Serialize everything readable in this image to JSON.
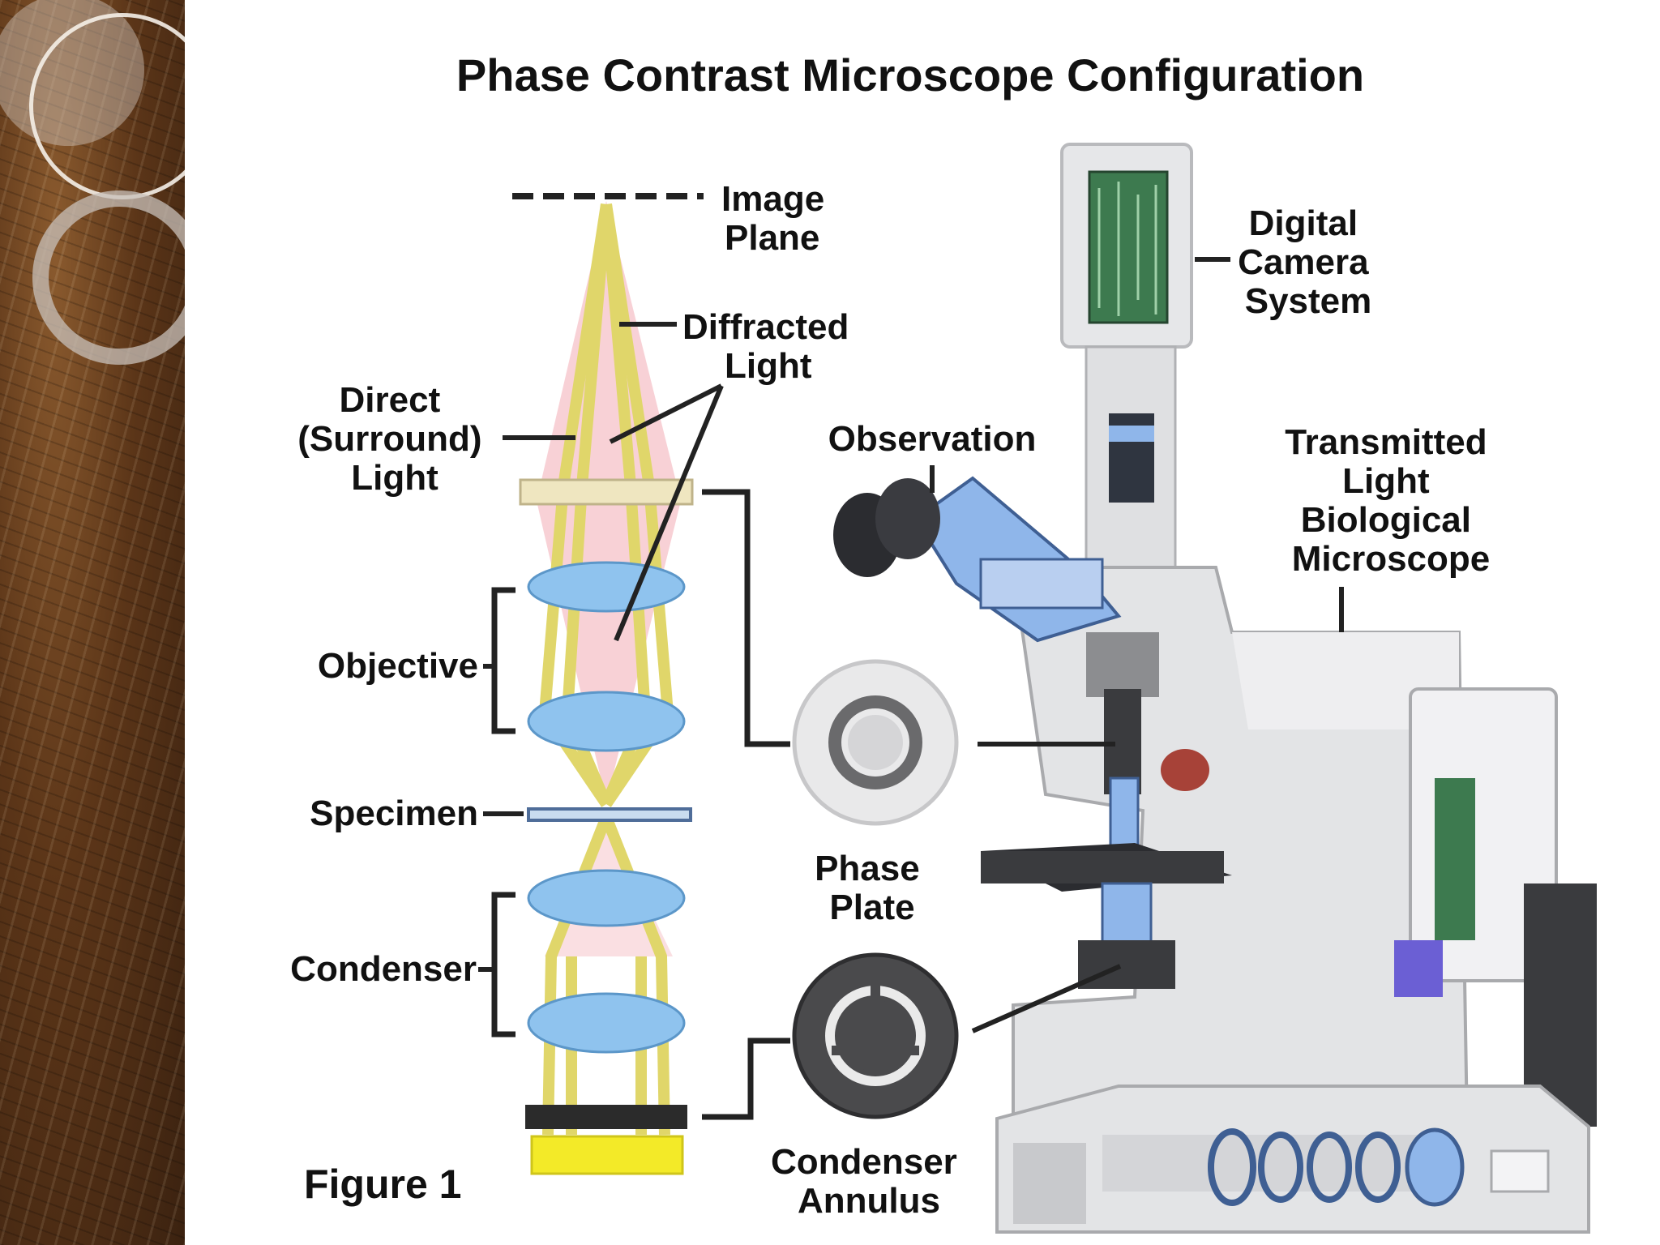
{
  "title": "Phase Contrast Microscope Configuration",
  "labels": {
    "image_plane": [
      "Image",
      "Plane"
    ],
    "diffracted_light": [
      "Diffracted",
      "Light"
    ],
    "direct_light": [
      "Direct",
      "(Surround)",
      "Light"
    ],
    "objective": "Objective",
    "specimen": "Specimen",
    "condenser": "Condenser",
    "figure": "Figure 1",
    "digital_camera": [
      "Digital",
      "Camera",
      "System"
    ],
    "observation": "Observation",
    "transmitted_light": [
      "Transmitted",
      "Light",
      "Biological",
      "Microscope"
    ],
    "phase_plate": [
      "Phase",
      "Plate"
    ],
    "condenser_annulus": [
      "Condenser",
      "Annulus"
    ]
  },
  "colors": {
    "light_beam": "#e8e07a",
    "lens_blue": "#8fc3ee",
    "cone_pink": "#f7c9cf",
    "sidebar_brown": "#5b3518",
    "instrument_gray": "#e3e4e6"
  }
}
